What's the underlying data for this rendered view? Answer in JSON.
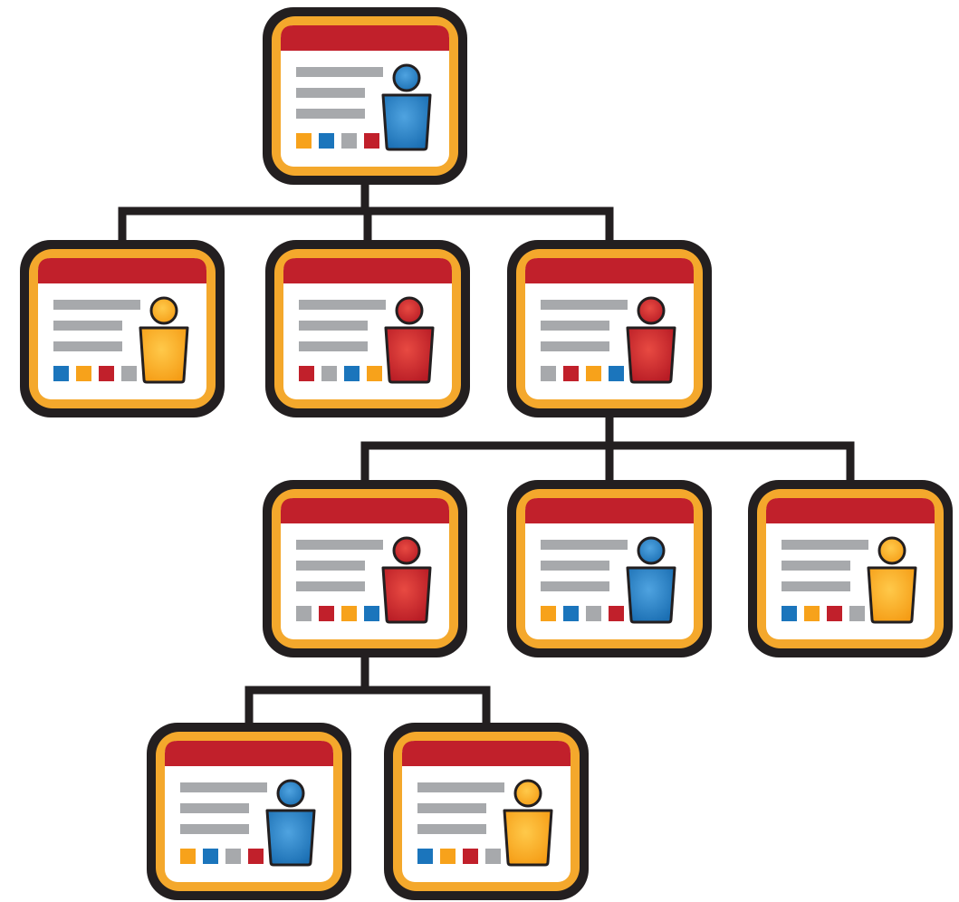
{
  "colors": {
    "outline": "#231f20",
    "frame": "#f4a82c",
    "header": "#c1202b",
    "screen": "#ffffff",
    "text_line": "#a7a9ac",
    "blue": "#1b75bc",
    "orange": "#f7a21b",
    "red": "#c1202b",
    "gray": "#a7a9ac"
  },
  "nodes": [
    {
      "id": "root",
      "person": "blue",
      "squares": [
        "orange",
        "blue",
        "gray",
        "red"
      ]
    },
    {
      "id": "l1-a",
      "person": "orange",
      "squares": [
        "blue",
        "orange",
        "red",
        "gray"
      ]
    },
    {
      "id": "l1-b",
      "person": "red",
      "squares": [
        "red",
        "gray",
        "blue",
        "orange"
      ]
    },
    {
      "id": "l1-c",
      "person": "red",
      "squares": [
        "gray",
        "red",
        "orange",
        "blue"
      ]
    },
    {
      "id": "l2-a",
      "person": "red",
      "squares": [
        "gray",
        "red",
        "orange",
        "blue"
      ]
    },
    {
      "id": "l2-b",
      "person": "blue",
      "squares": [
        "orange",
        "blue",
        "gray",
        "red"
      ]
    },
    {
      "id": "l2-c",
      "person": "orange",
      "squares": [
        "blue",
        "orange",
        "red",
        "gray"
      ]
    },
    {
      "id": "l3-a",
      "person": "blue",
      "squares": [
        "orange",
        "blue",
        "gray",
        "red"
      ]
    },
    {
      "id": "l3-b",
      "person": "orange",
      "squares": [
        "blue",
        "orange",
        "red",
        "gray"
      ]
    }
  ],
  "edges": [
    {
      "from": "root",
      "to": "l1-a"
    },
    {
      "from": "root",
      "to": "l1-b"
    },
    {
      "from": "root",
      "to": "l1-c"
    },
    {
      "from": "l1-c",
      "to": "l2-a"
    },
    {
      "from": "l1-c",
      "to": "l2-b"
    },
    {
      "from": "l1-c",
      "to": "l2-c"
    },
    {
      "from": "l2-a",
      "to": "l3-a"
    },
    {
      "from": "l2-a",
      "to": "l3-b"
    }
  ]
}
